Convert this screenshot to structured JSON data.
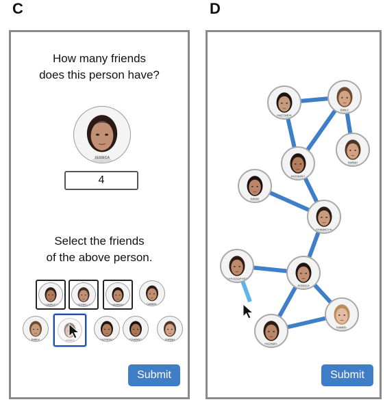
{
  "panel_c": {
    "letter": "C",
    "question_lines": [
      "How many friends",
      "does this person have?"
    ],
    "target_name": "JESSICA",
    "count_value": "4",
    "select_lines": [
      "Select the friends",
      "of the above person."
    ],
    "submit_label": "Submit",
    "candidates": [
      {
        "name": "CHARLES",
        "selected": true,
        "skin": "#b07a5a",
        "hair": "#2a1c14"
      },
      {
        "name": "MICHELLE",
        "selected": true,
        "skin": "#c29074",
        "hair": "#3b2a1e"
      },
      {
        "name": "HANNAH",
        "selected": true,
        "skin": "#b88668",
        "hair": "#1c1410"
      },
      {
        "name": "DANIEL",
        "selected": false,
        "skin": "#c08e70",
        "hair": "#2b1d16"
      },
      {
        "name": "EMILY",
        "selected": false,
        "skin": "#c99a7c",
        "hair": "#6b4a30"
      },
      {
        "name": "JAMES",
        "selected": false,
        "hover": true,
        "skin": "#c9957a",
        "hair": "#3a2a20"
      },
      {
        "name": "ANTHONY",
        "selected": false,
        "skin": "#b37d5e",
        "hair": "#1e1512"
      },
      {
        "name": "EDWARD",
        "selected": false,
        "skin": "#aa7656",
        "hair": "#1a1210"
      },
      {
        "name": "SARAH",
        "selected": false,
        "skin": "#d2a184",
        "hair": "#4e3524"
      }
    ]
  },
  "panel_d": {
    "letter": "D",
    "submit_label": "Submit",
    "nodes": [
      {
        "id": "matthew",
        "name": "MATTHEW",
        "skin": "#c7997c",
        "hair": "#1a1410"
      },
      {
        "id": "emily",
        "name": "EMILY",
        "skin": "#d2a384",
        "hair": "#6b4a30"
      },
      {
        "id": "anthony",
        "name": "ANTHONY",
        "skin": "#b37d5e",
        "hair": "#1e1512"
      },
      {
        "id": "sarah",
        "name": "SARAH",
        "skin": "#d2a184",
        "hair": "#4e3524"
      },
      {
        "id": "david",
        "name": "DAVID",
        "skin": "#ba8667",
        "hair": "#1a1210"
      },
      {
        "id": "samantha",
        "name": "SAMANTHA",
        "skin": "#c99a7c",
        "hair": "#2a1c14"
      },
      {
        "id": "christopher",
        "name": "CHRISTOPHER",
        "skin": "#bd8a6c",
        "hair": "#2a1c14"
      },
      {
        "id": "jessica",
        "name": "JESSICA",
        "skin": "#c29074",
        "hair": "#1c1410"
      },
      {
        "id": "daniel",
        "name": "DANIEL",
        "skin": "#e2bba5",
        "hair": "#b98a5a"
      },
      {
        "id": "michael",
        "name": "MICHAEL",
        "skin": "#b88668",
        "hair": "#2b1d16"
      }
    ],
    "edges": [
      [
        "matthew",
        "emily"
      ],
      [
        "emily",
        "anthony"
      ],
      [
        "emily",
        "sarah"
      ],
      [
        "matthew",
        "anthony"
      ],
      [
        "anthony",
        "samantha"
      ],
      [
        "david",
        "samantha"
      ],
      [
        "samantha",
        "jessica"
      ],
      [
        "christopher",
        "jessica"
      ],
      [
        "jessica",
        "michael"
      ],
      [
        "jessica",
        "daniel"
      ],
      [
        "michael",
        "daniel"
      ]
    ],
    "drawing_edge": [
      "christopher",
      "michael"
    ],
    "colors": {
      "edge": "#3f7fc8",
      "drawing_edge": "#5fb4e8"
    }
  }
}
